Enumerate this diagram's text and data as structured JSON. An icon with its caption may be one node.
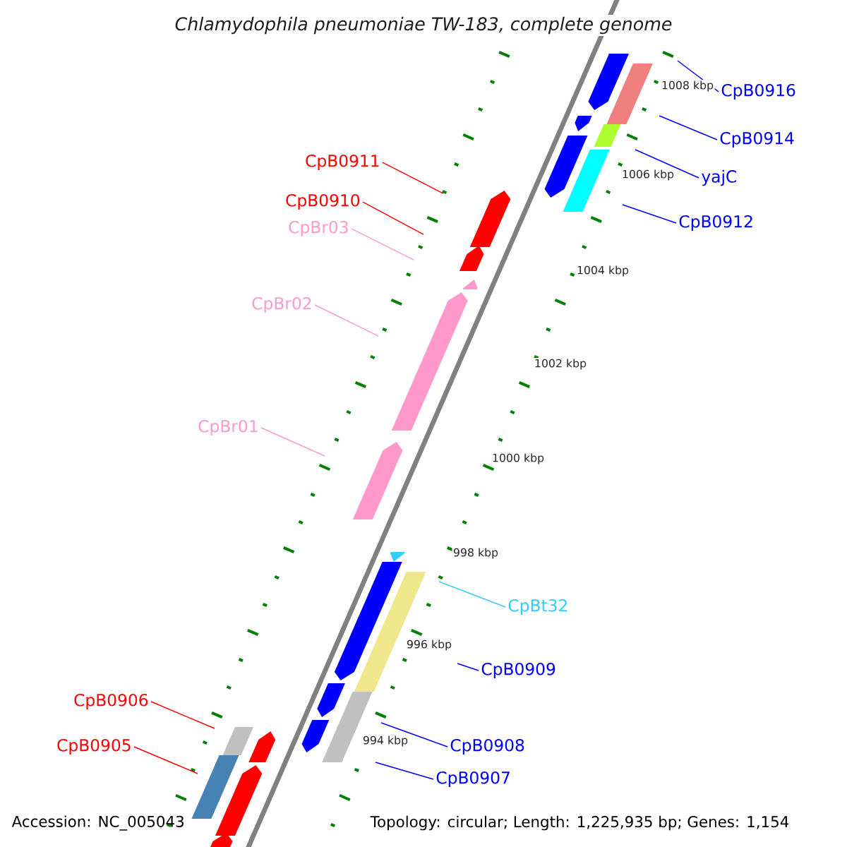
{
  "diagram": {
    "title": "*Chlamydophila pneumoniae* TW-183, complete genome",
    "nodes": [
      {
        "text": [
          "CpB0916"
        ]
      },
      {
        "text": [
          "CpB0914"
        ]
      },
      {
        "text": [
          "CpB0911"
        ]
      },
      {
        "text": [
          "yajC"
        ]
      },
      {
        "text": [
          "CpB0910"
        ]
      },
      {
        "text": [
          "CpB0912"
        ]
      },
      {
        "text": [
          "CpBr03"
        ]
      },
      {
        "text": [
          "CpBr02"
        ]
      },
      {
        "text": [
          "CpBr01"
        ]
      },
      {
        "text": [
          "CpBt32"
        ]
      },
      {
        "text": [
          "CpB0909"
        ]
      },
      {
        "text": [
          "CpB0906"
        ]
      },
      {
        "text": [
          "CpB0908"
        ]
      },
      {
        "text": [
          "CpB0905"
        ]
      },
      {
        "text": [
          "CpB0907"
        ]
      }
    ],
    "edges": [
      {
        "from": 0,
        "to": null,
        "arrow": "none"
      },
      {
        "from": 1,
        "to": null,
        "arrow": "none"
      },
      {
        "from": 2,
        "to": null,
        "arrow": "none",
        "color": "#ff0000"
      },
      {
        "from": 3,
        "to": null,
        "arrow": "none"
      },
      {
        "from": 4,
        "to": null,
        "arrow": "none",
        "color": "#ff0000"
      },
      {
        "from": 5,
        "to": null,
        "arrow": "none"
      },
      {
        "from": 6,
        "to": null,
        "arrow": "none",
        "color": "#ff99cc"
      },
      {
        "from": 7,
        "to": null,
        "arrow": "none",
        "color": "#ff99cc"
      },
      {
        "from": 8,
        "to": null,
        "arrow": "none",
        "color": "#ff99cc"
      },
      {
        "from": 9,
        "to": null,
        "arrow": "none",
        "color": "#33ccff"
      },
      {
        "from": 10,
        "to": null,
        "arrow": "none"
      },
      {
        "from": 11,
        "to": null,
        "arrow": "none",
        "color": "#ff0000"
      },
      {
        "from": 12,
        "to": null,
        "arrow": "none"
      },
      {
        "from": 13,
        "to": null,
        "arrow": "none",
        "color": "#ff0000"
      },
      {
        "from": 14,
        "to": null,
        "arrow": "none"
      }
    ],
    "labels": [
      "1008 kbp",
      "1006 kbp",
      "1004 kbp",
      "1002 kbp",
      "1000 kbp",
      "998 kbp",
      "996 kbp",
      "994 kbp",
      "Accession: NC_005043",
      "Topology: circular; Length: 1,225,935 bp; Genes: 1,154"
    ]
  }
}
